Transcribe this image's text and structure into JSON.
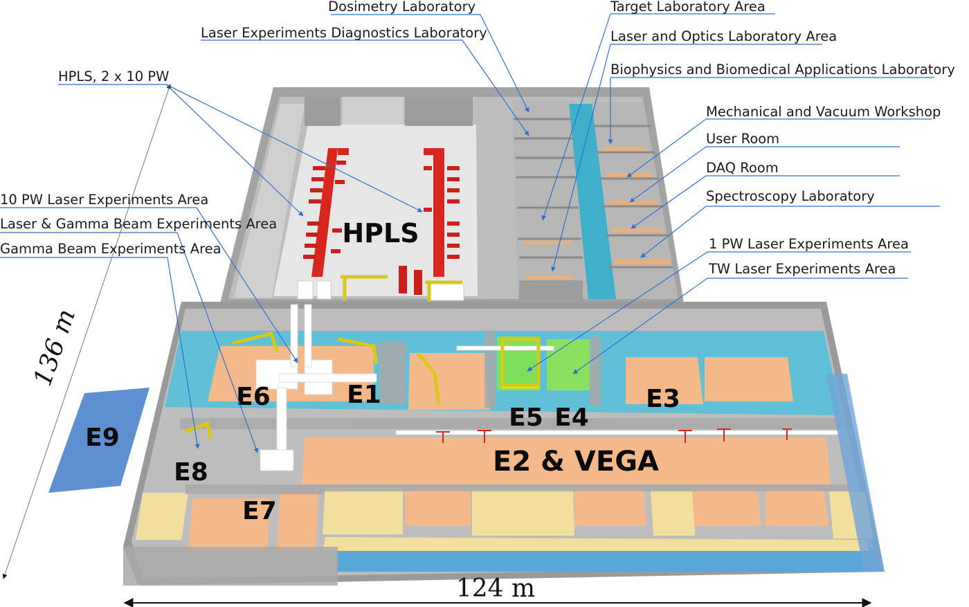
{
  "labels": {
    "dosimetry": "Dosimetry Laboratory",
    "laser_diag": "Laser Experiments Diagnostics Laboratory",
    "target": "Target Laboratory Area",
    "laser_optics": "Laser and Optics Laboratory Area",
    "biophysics": "Biophysics and Biomedical Applications Laboratory",
    "mechanical": "Mechanical and Vacuum Workshop",
    "user_room": "User Room",
    "daq_room": "DAQ Room",
    "spectroscopy": "Spectroscopy Laboratory",
    "pw1_area": "1 PW Laser Experiments Area",
    "tw_area": "TW Laser Experiments Area",
    "hpls": "HPLS, 2 x 10 PW",
    "pw10_area": "10 PW Laser Experiments Area",
    "laser_gamma": "Laser & Gamma Beam Experiments Area",
    "gamma_beam": "Gamma Beam Experiments Area"
  },
  "rooms": {
    "hpls": "HPLS",
    "e1": "E1",
    "e2_vega": "E2 & VEGA",
    "e3": "E3",
    "e4": "E4",
    "e5": "E5",
    "e6": "E6",
    "e7": "E7",
    "e8": "E8",
    "e9": "E9"
  },
  "dimensions": {
    "length": "136 m",
    "width": "124 m"
  },
  "colors": {
    "wall": "#9a9a9a",
    "floor_orange": "#f3b98a",
    "floor_yellow": "#f2df9e",
    "floor_blue": "#5fc0d6",
    "leader_line": "#2f6fd0",
    "e9_block": "#5e8fd0",
    "laser_red": "#d9261c",
    "crane_yellow": "#d7c81a",
    "e5_green": "#7ee05a"
  }
}
